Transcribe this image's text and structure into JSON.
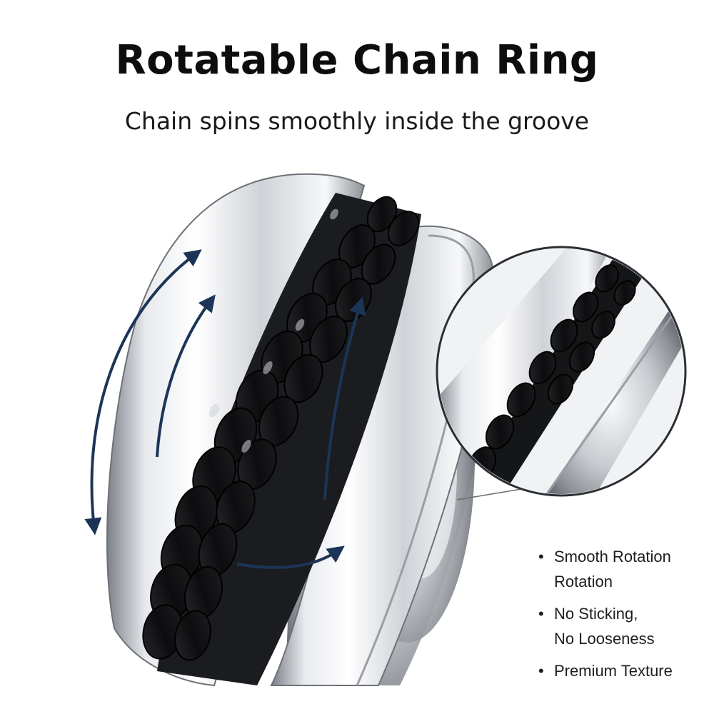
{
  "header": {
    "title": "Rotatable Chain Ring",
    "subtitle": "Chain spins smoothly inside the groove"
  },
  "features": [
    {
      "bullet": "•",
      "line1": "Smooth Rotation",
      "line2": "Rotation"
    },
    {
      "bullet": "•",
      "line1": "No Sticking,",
      "line2": "No Looseness"
    },
    {
      "bullet": "•",
      "line1": "Premium Texture",
      "line2": ""
    }
  ],
  "colors": {
    "background": "#ffffff",
    "arrow": "#1c3557",
    "steel_light": "#f4f5f7",
    "steel_dark": "#8a8e94",
    "chain": "#121214"
  },
  "icons": [
    "rotation-arrow-left",
    "rotation-arrow-inner",
    "rotation-arrow-bottom",
    "zoom-callout"
  ]
}
